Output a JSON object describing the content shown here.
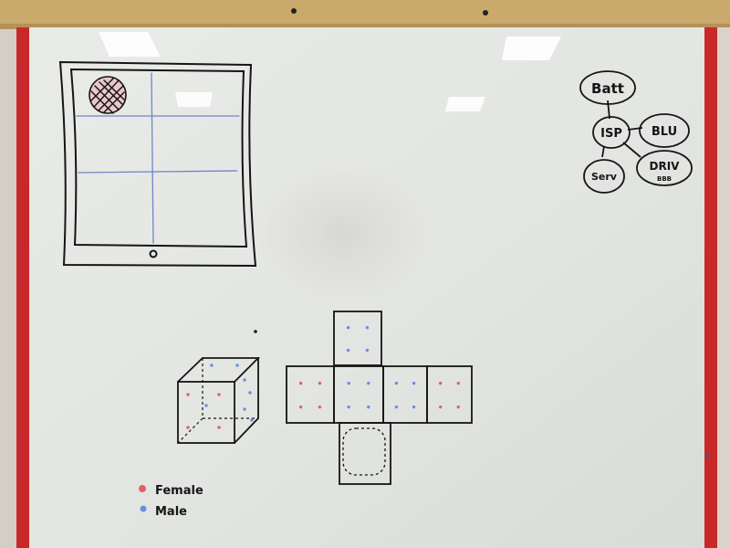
{
  "diagram": {
    "nodes": {
      "batt": "Batt",
      "isp": "ISP",
      "blu": "BLU",
      "serv": "Serv",
      "driv": "DRIV",
      "driv_sub": "BBB"
    }
  },
  "legend": {
    "female": "Female",
    "male": "Male",
    "female_color": "#e0606a",
    "male_color": "#6a8fe0"
  },
  "colors": {
    "frame_wood": "#c9a96c",
    "frame_red": "#c9282b",
    "board": "#e7e9e6",
    "marker": "#151515"
  }
}
